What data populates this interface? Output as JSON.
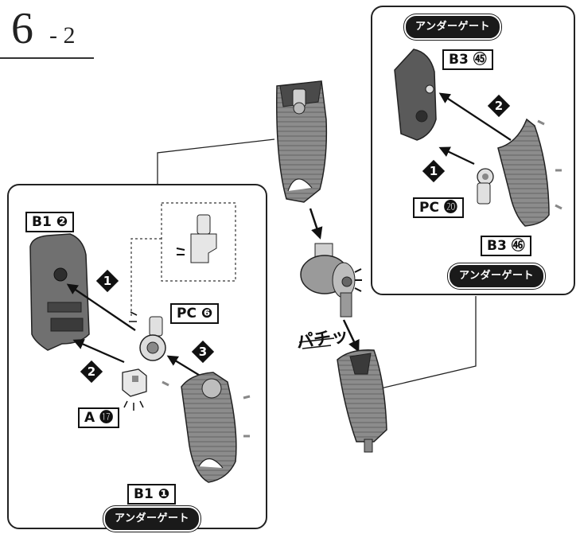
{
  "step": {
    "number": "6",
    "sub": "- 2"
  },
  "left_panel": {
    "label_b1_2": "B1 ❷",
    "label_pc_6": "PC ❻",
    "label_a_17": "A ⓱",
    "label_b1_1": "B1 ❶",
    "gate_label": "アンダーゲート",
    "badge_1": "1",
    "badge_2": "2",
    "badge_3": "3"
  },
  "right_panel": {
    "gate_top": "アンダーゲート",
    "label_b3_55": "B3 ㊺",
    "label_pc_20": "PC ⓴",
    "label_b3_56": "B3 ㊻",
    "gate_bottom": "アンダーゲート",
    "badge_1": "1",
    "badge_2": "2"
  },
  "center": {
    "sfx": "パチッ"
  },
  "colors": {
    "line": "#222222",
    "part_fill": "#8a8a8a",
    "part_dark": "#3a3a3a",
    "pc_fill": "#d8d8d8"
  },
  "icons": [
    "arrow-icon",
    "snap-mark-icon",
    "part-illustration"
  ]
}
